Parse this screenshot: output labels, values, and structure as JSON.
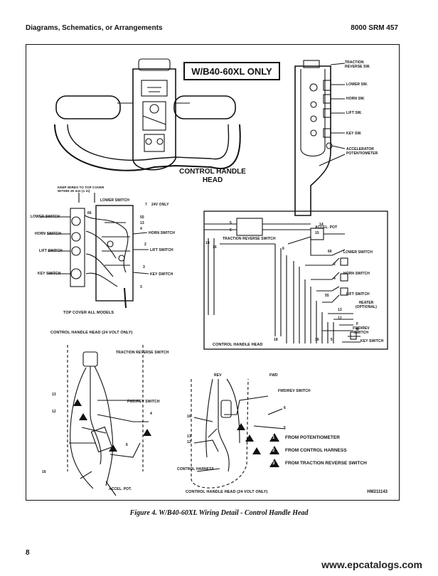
{
  "header": {
    "left": "Diagrams, Schematics, or Arrangements",
    "right": "8000 SRM 457"
  },
  "figure": {
    "title": "W/B40-60XL ONLY",
    "control_handle_head": "CONTROL HANDLE HEAD",
    "right_labels": {
      "traction_reverse": "TRACTION REVERSE SW.",
      "lower": "LOWER SW.",
      "horn": "HORN SW.",
      "lift": "LIFT SW.",
      "key": "KEY SW.",
      "accelerator": "ACCELERATOR POTENTIOMETER"
    },
    "left_panel": {
      "keep_wires": "KEEP WIRES TO TOP COVER WITHIN 25 mm (1 in)",
      "lower_switch": "LOWER SWITCH",
      "horn_switch": "HORN SWITCH",
      "lift_switch": "LIFT SWITCH",
      "key_switch": "KEY SWITCH",
      "v24_only": "24V ONLY",
      "top_cover": "TOP COVER ALL MODELS",
      "tags": [
        "7",
        "66",
        "55",
        "13",
        "4",
        "2",
        "3",
        "3"
      ]
    },
    "schematic": {
      "accel_pot": "ACCEL. POT",
      "traction_reverse": "TRACTION REVERSE SWITCH",
      "lower_switch": "LOWER SWITCH",
      "horn_switch": "HORN SWITCH",
      "lift_switch": "LIFT SWITCH",
      "heater": "HEATER (OPTIONAL)",
      "fwd_rev": "FWD/REV SWITCH",
      "key_switch": "KEY SWITCH",
      "footer": "CONTROL HANDLE HEAD",
      "wire_numbers": [
        "5",
        "6",
        "14",
        "15",
        "18",
        "16",
        "6",
        "66",
        "2",
        "4",
        "55",
        "13",
        "12",
        "F",
        "R",
        "18",
        "16",
        "5"
      ]
    },
    "lower_left": {
      "title": "CONTROL HANDLE HEAD (24 VOLT ONLY)",
      "traction_reverse": "TRACTION REVERSE SWITCH",
      "fwd_rev": "FWD/REV SWITCH",
      "accel_pot": "ACCEL. POT.",
      "tags": [
        "13",
        "12",
        "4",
        "16",
        "6"
      ]
    },
    "lower_right": {
      "rev": "REV",
      "fwd": "FWD",
      "fwd_rev": "FWD/REV SWITCH",
      "control_harness": "CONTROL HARNESS",
      "footer": "CONTROL HANDLE HEAD (24 VOLT ONLY)",
      "tags": [
        "6",
        "5",
        "16",
        "13",
        "12"
      ]
    },
    "legend": [
      {
        "num": "1",
        "text": "FROM POTENTIOMETER"
      },
      {
        "num": "2",
        "text": "FROM CONTROL HARNESS"
      },
      {
        "num": "3",
        "text": "FROM TRACTION REVERSE SWITCH"
      }
    ],
    "code": "HM211143"
  },
  "caption": "Figure 4. W/B40-60XL Wiring Detail - Control Handle Head",
  "page_number": "8",
  "watermark": "www.epcatalogs.com"
}
